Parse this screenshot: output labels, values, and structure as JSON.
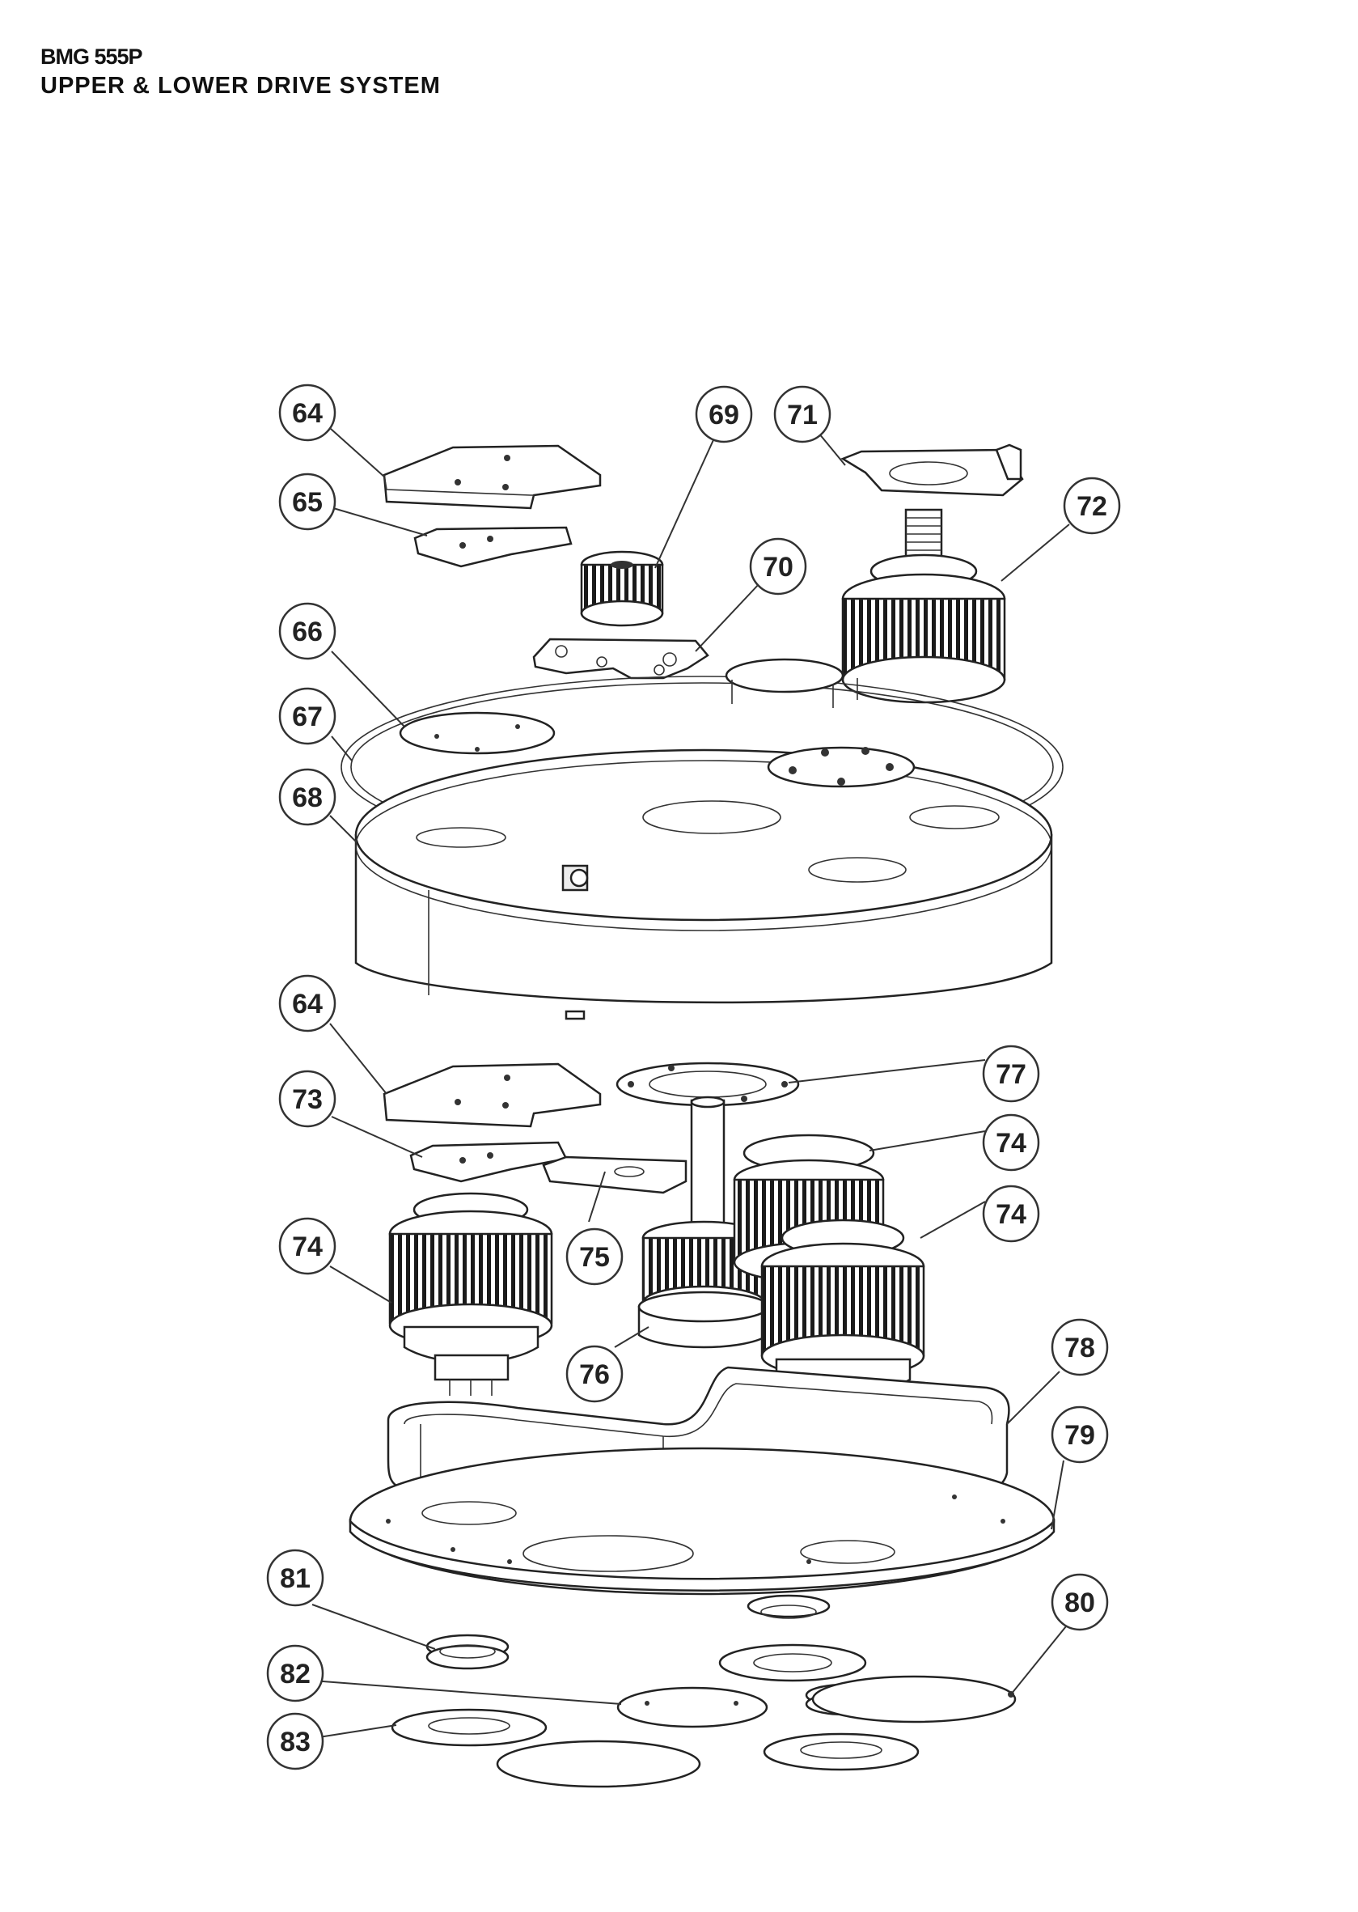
{
  "header": {
    "model": "BMG 555P",
    "title": "UPPER & LOWER DRIVE SYSTEM"
  },
  "callouts": [
    {
      "id": "c64a",
      "label": "64"
    },
    {
      "id": "c65",
      "label": "65"
    },
    {
      "id": "c66",
      "label": "66"
    },
    {
      "id": "c67",
      "label": "67"
    },
    {
      "id": "c68",
      "label": "68"
    },
    {
      "id": "c69",
      "label": "69"
    },
    {
      "id": "c70",
      "label": "70"
    },
    {
      "id": "c71",
      "label": "71"
    },
    {
      "id": "c72",
      "label": "72"
    },
    {
      "id": "c64b",
      "label": "64"
    },
    {
      "id": "c73",
      "label": "73"
    },
    {
      "id": "c74a",
      "label": "74"
    },
    {
      "id": "c75",
      "label": "75"
    },
    {
      "id": "c76",
      "label": "76"
    },
    {
      "id": "c77",
      "label": "77"
    },
    {
      "id": "c74b",
      "label": "74"
    },
    {
      "id": "c74c",
      "label": "74"
    },
    {
      "id": "c78",
      "label": "78"
    },
    {
      "id": "c79",
      "label": "79"
    },
    {
      "id": "c80",
      "label": "80"
    },
    {
      "id": "c81",
      "label": "81"
    },
    {
      "id": "c82",
      "label": "82"
    },
    {
      "id": "c83",
      "label": "83"
    }
  ]
}
